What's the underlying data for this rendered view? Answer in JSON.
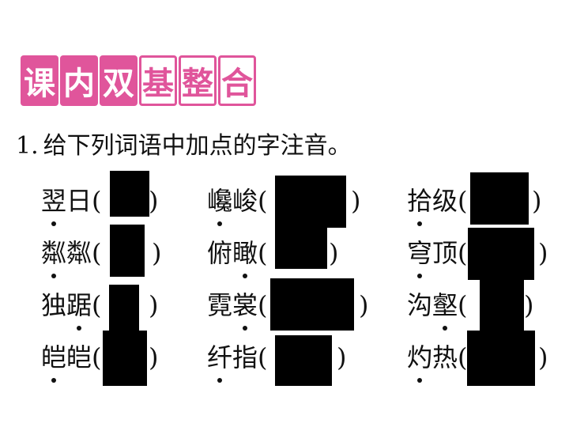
{
  "header": {
    "title_chars": [
      {
        "char": "课",
        "style": "filled"
      },
      {
        "char": "内",
        "style": "filled"
      },
      {
        "char": "双",
        "style": "filled"
      },
      {
        "char": "基",
        "style": "outline"
      },
      {
        "char": "整",
        "style": "outline"
      },
      {
        "char": "合",
        "style": "outline"
      }
    ]
  },
  "question": {
    "number": "1.",
    "text": "给下列词语中加点的字注音。"
  },
  "colors": {
    "accent": "#e0559b",
    "mask": "#000000"
  },
  "items": [
    {
      "word": "翌日",
      "dotted_index": 0
    },
    {
      "word": "巉峻",
      "dotted_index": 0
    },
    {
      "word": "拾级",
      "dotted_index": 0
    },
    {
      "word": "粼粼",
      "dotted_index": 0
    },
    {
      "word": "俯瞰",
      "dotted_index": 1
    },
    {
      "word": "穹顶",
      "dotted_index": 0
    },
    {
      "word": "独踞",
      "dotted_index": 1
    },
    {
      "word": "霓裳",
      "dotted_index": 1
    },
    {
      "word": "沟壑",
      "dotted_index": 1
    },
    {
      "word": "皑皑",
      "dotted_index": 0
    },
    {
      "word": "纤指",
      "dotted_index": 0
    },
    {
      "word": "灼热",
      "dotted_index": 0
    }
  ],
  "paren_open": "(",
  "paren_close": ")"
}
